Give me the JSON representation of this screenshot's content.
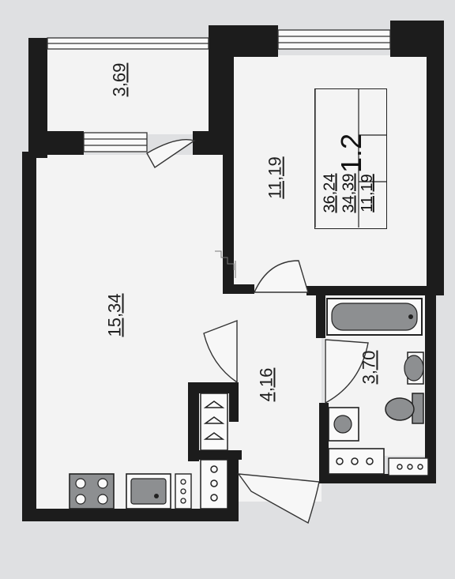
{
  "plan": {
    "apartment_code": "1.2",
    "summary_areas": [
      "11,19",
      "34,39",
      "36,24"
    ],
    "rooms": [
      {
        "id": "balcony",
        "area": "3,69"
      },
      {
        "id": "bedroom",
        "area": "11,19"
      },
      {
        "id": "living-kitchen",
        "area": "15,34"
      },
      {
        "id": "hallway",
        "area": "4,16"
      },
      {
        "id": "bathroom",
        "area": "3,70"
      }
    ]
  },
  "colors": {
    "wall": "#1c1c1c",
    "floor": "#f3f3f3",
    "background": "#dfe0e2",
    "fixture": "#8d8f91"
  }
}
